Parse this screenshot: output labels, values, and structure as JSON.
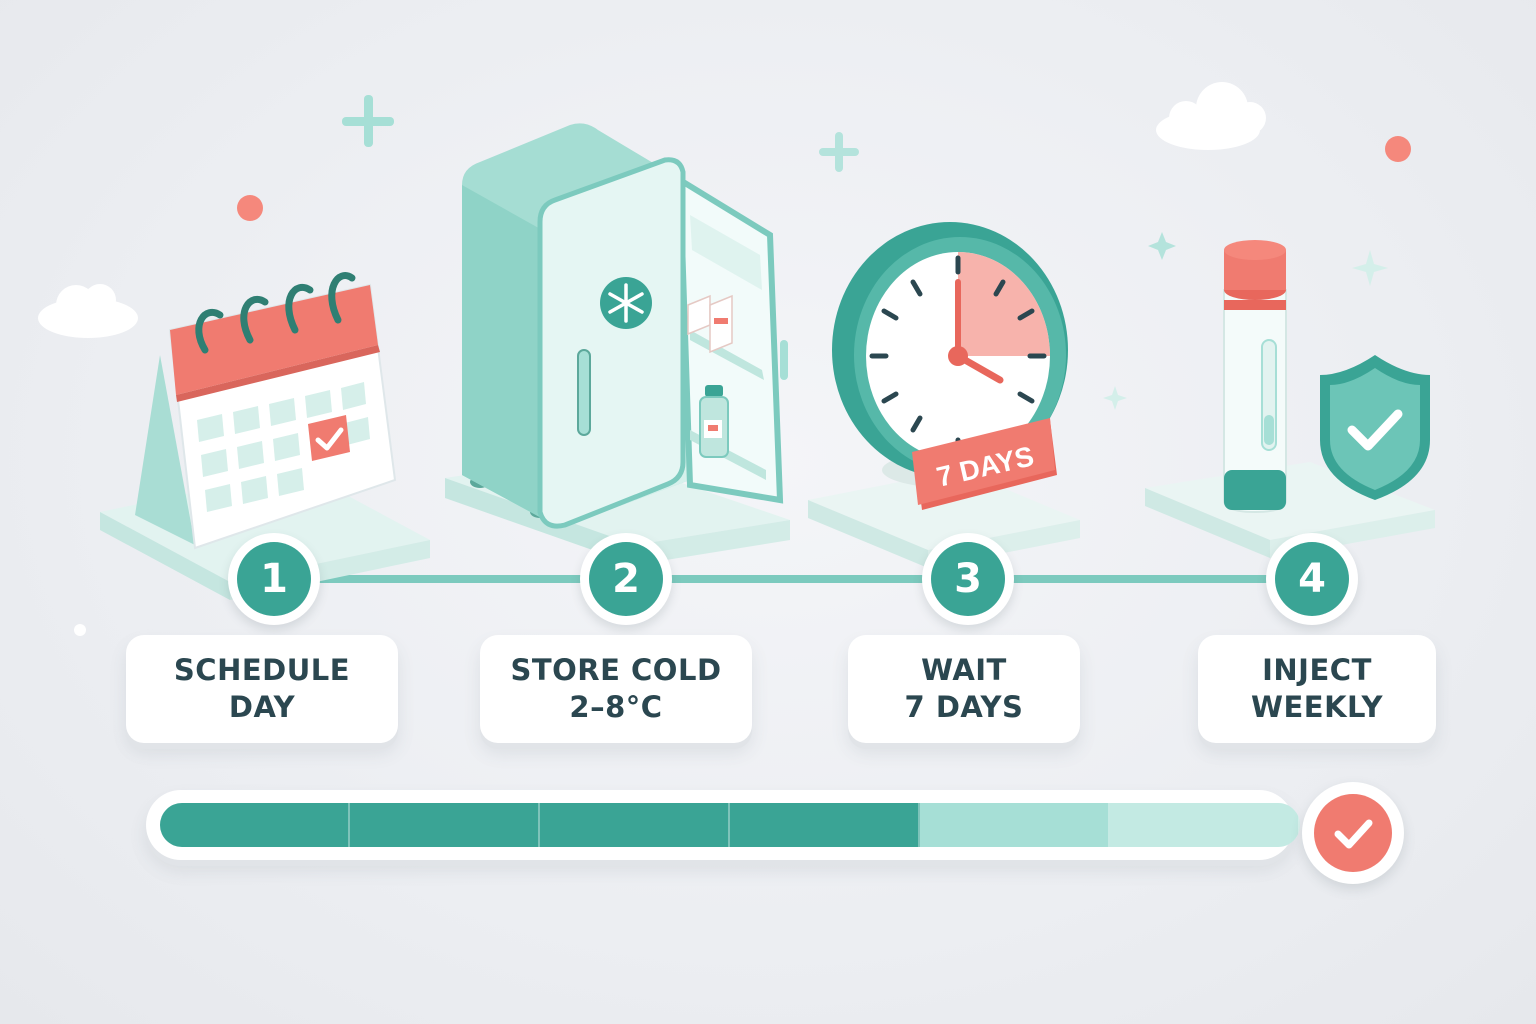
{
  "colors": {
    "accent": "#3aa495",
    "accent_light": "#a6dfd6",
    "coral": "#f07b70",
    "text": "#2b4750",
    "background": "#eceef2"
  },
  "steps": [
    {
      "number": "1",
      "line1": "SCHEDULE",
      "line2": "DAY",
      "icon": "calendar-icon"
    },
    {
      "number": "2",
      "line1": "STORE COLD",
      "line2": "2–8°C",
      "icon": "fridge-icon"
    },
    {
      "number": "3",
      "line1": "WAIT",
      "line2": "7 DAYS",
      "icon": "clock-icon"
    },
    {
      "number": "4",
      "line1": "INJECT",
      "line2": "WEEKLY",
      "icon": "injection-pen-icon"
    }
  ],
  "clock_badge": "7 DAYS",
  "progress": {
    "segments_total": 6,
    "segments_complete": 4,
    "fraction_complete": 0.667,
    "end_icon": "check-icon"
  }
}
